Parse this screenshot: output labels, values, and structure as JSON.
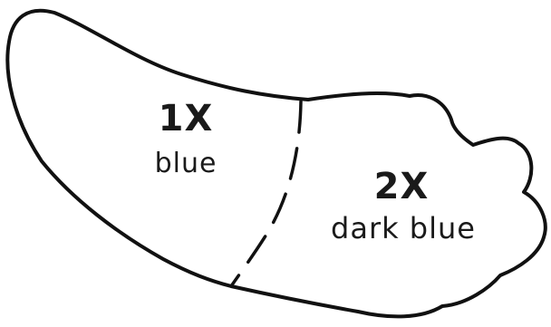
{
  "regions": [
    {
      "count": "1X",
      "color": "blue"
    },
    {
      "count": "2X",
      "color": "dark blue"
    }
  ],
  "style": {
    "outline_color": "#111111",
    "background_color": "#ffffff",
    "text_color": "#1a1a1a"
  }
}
